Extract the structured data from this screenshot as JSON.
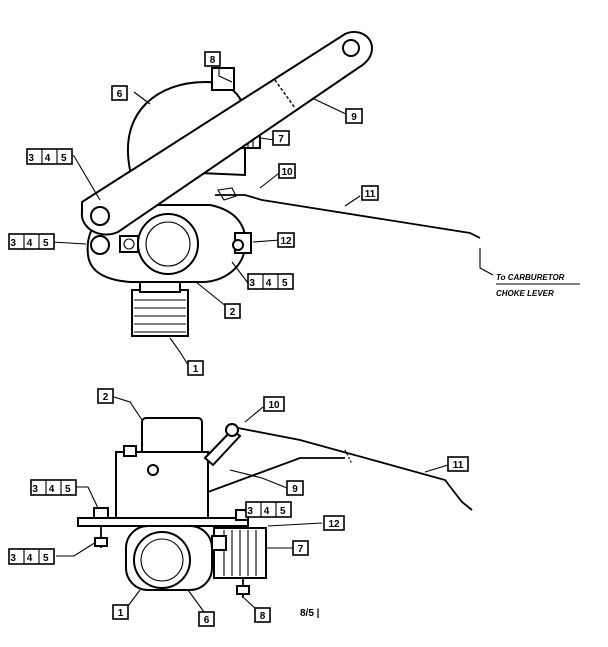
{
  "diagram": {
    "top_view": {
      "callouts": {
        "c8": "8",
        "c6": "6",
        "c9": "9",
        "c7": "7",
        "c10": "10",
        "c11": "11",
        "c345a": "3 4 5",
        "c345b": "3 4 5",
        "c12": "12",
        "c345c": "3 4 5",
        "c2": "2",
        "c1": "1"
      },
      "note_line1": "To CARBURETOR",
      "note_line2": "CHOKE LEVER"
    },
    "side_view": {
      "callouts": {
        "c2": "2",
        "c10": "10",
        "c11": "11",
        "c345a": "3 4 5",
        "c9": "9",
        "c345b": "3 4 5",
        "c12": "12",
        "c345c": "3 4 5",
        "c7": "7",
        "c1": "1",
        "c6": "6",
        "c8": "8"
      }
    },
    "page_number": "8/5 |"
  }
}
